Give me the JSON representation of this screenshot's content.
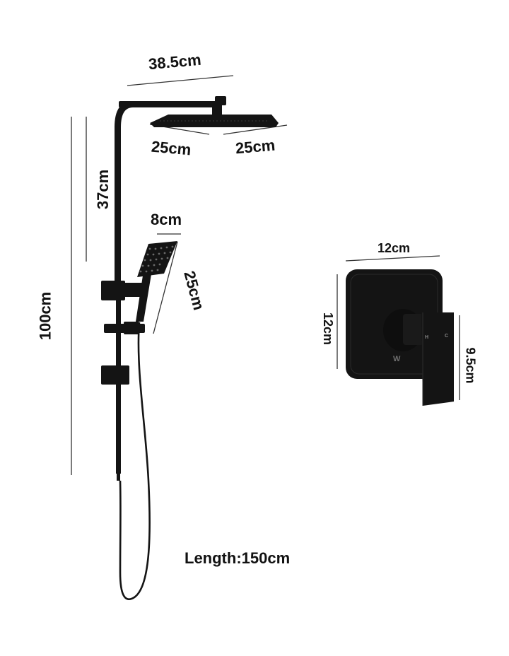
{
  "dimensions": {
    "arm_width": "38.5cm",
    "head_depth": "25cm",
    "head_width": "25cm",
    "rail_upper": "37cm",
    "rail_total": "100cm",
    "handpiece_width": "8cm",
    "handpiece_length": "25cm",
    "mixer_width": "12cm",
    "mixer_height": "12cm",
    "lever_height": "9.5cm"
  },
  "hose": {
    "length_text": "Length:150cm"
  },
  "mixer": {
    "hot_marker": "H",
    "cold_marker": "C",
    "logo_text": "W"
  },
  "colors": {
    "product": "#141414",
    "dimension_line": "#333333",
    "text": "#111111",
    "background": "#ffffff"
  }
}
